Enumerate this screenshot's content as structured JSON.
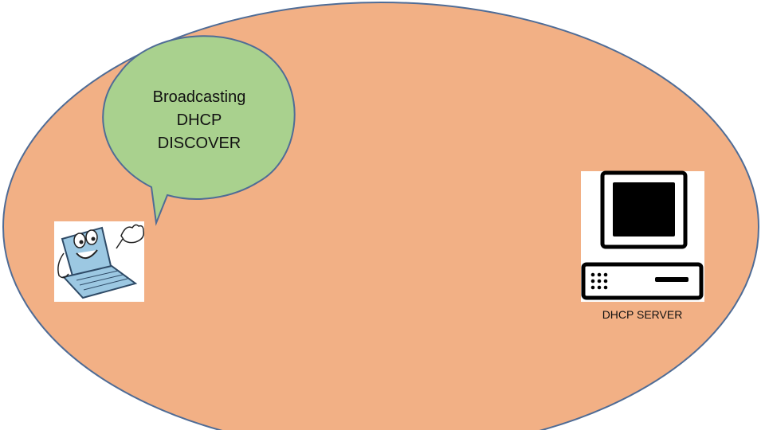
{
  "speech_bubble": {
    "lines": [
      "Broadcasting",
      "DHCP",
      "DISCOVER"
    ]
  },
  "server": {
    "label": "DHCP SERVER"
  },
  "client": {
    "icon": "cartoon-laptop-icon"
  },
  "colors": {
    "network_fill": "#F2B085",
    "network_stroke": "#4F6C96",
    "bubble_fill": "#A9D18E",
    "bubble_stroke": "#4F6C96",
    "laptop_body": "#9CC8E2",
    "server_ink": "#000000"
  }
}
